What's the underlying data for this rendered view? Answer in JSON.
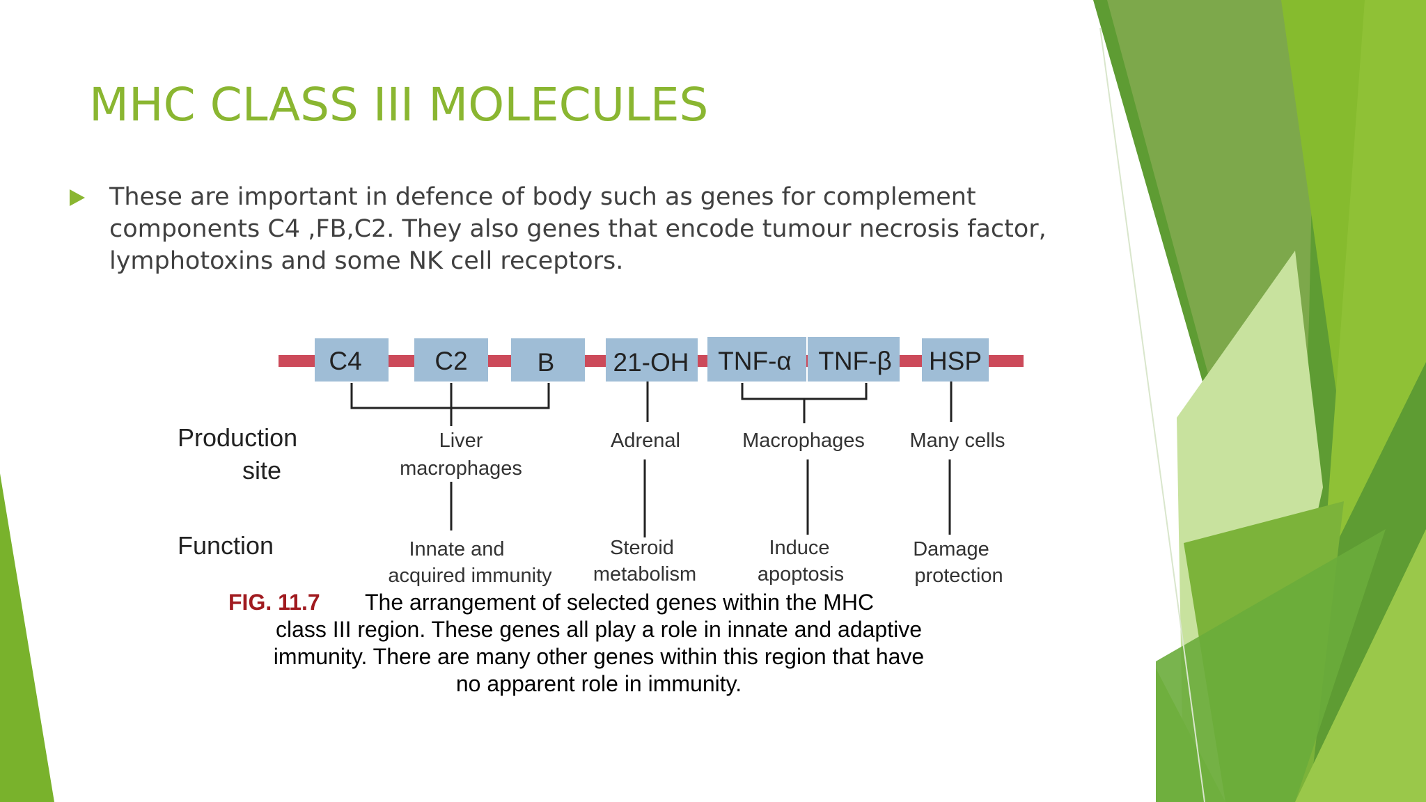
{
  "slide": {
    "title": "MHC CLASS III MOLECULES",
    "bullet": "These are important in defence of body such as genes for complement components C4 ,FB,C2. They also genes that encode tumour necrosis factor, lymphotoxins  and some NK cell receptors."
  },
  "figure": {
    "genes": [
      "C4",
      "C2",
      "B",
      "21-OH",
      "TNF-α",
      "TNF-β",
      "HSP"
    ],
    "row_labels": {
      "production": [
        "Production",
        "site"
      ],
      "function": "Function"
    },
    "production_sites": {
      "liver": [
        "Liver",
        "macrophages"
      ],
      "adrenal": "Adrenal",
      "macrophages": "Macrophages",
      "many_cells": "Many cells"
    },
    "functions": {
      "innate": [
        "Innate and",
        "acquired immunity"
      ],
      "steroid": [
        "Steroid",
        "metabolism"
      ],
      "apoptosis": [
        "Induce",
        "apoptosis"
      ],
      "damage": [
        "Damage",
        "protection"
      ]
    },
    "caption": {
      "label": "FIG. 11.7",
      "lines": [
        "The arrangement of selected genes within the MHC",
        "class III region. These genes all play a role in innate and adaptive",
        "immunity. There are many other genes within this region that have",
        "no apparent role in immunity."
      ]
    }
  },
  "colors": {
    "title_green": "#8ab631",
    "chromosome_red": "#cc4a5a",
    "gene_box_blue": "#9fbdd6"
  }
}
